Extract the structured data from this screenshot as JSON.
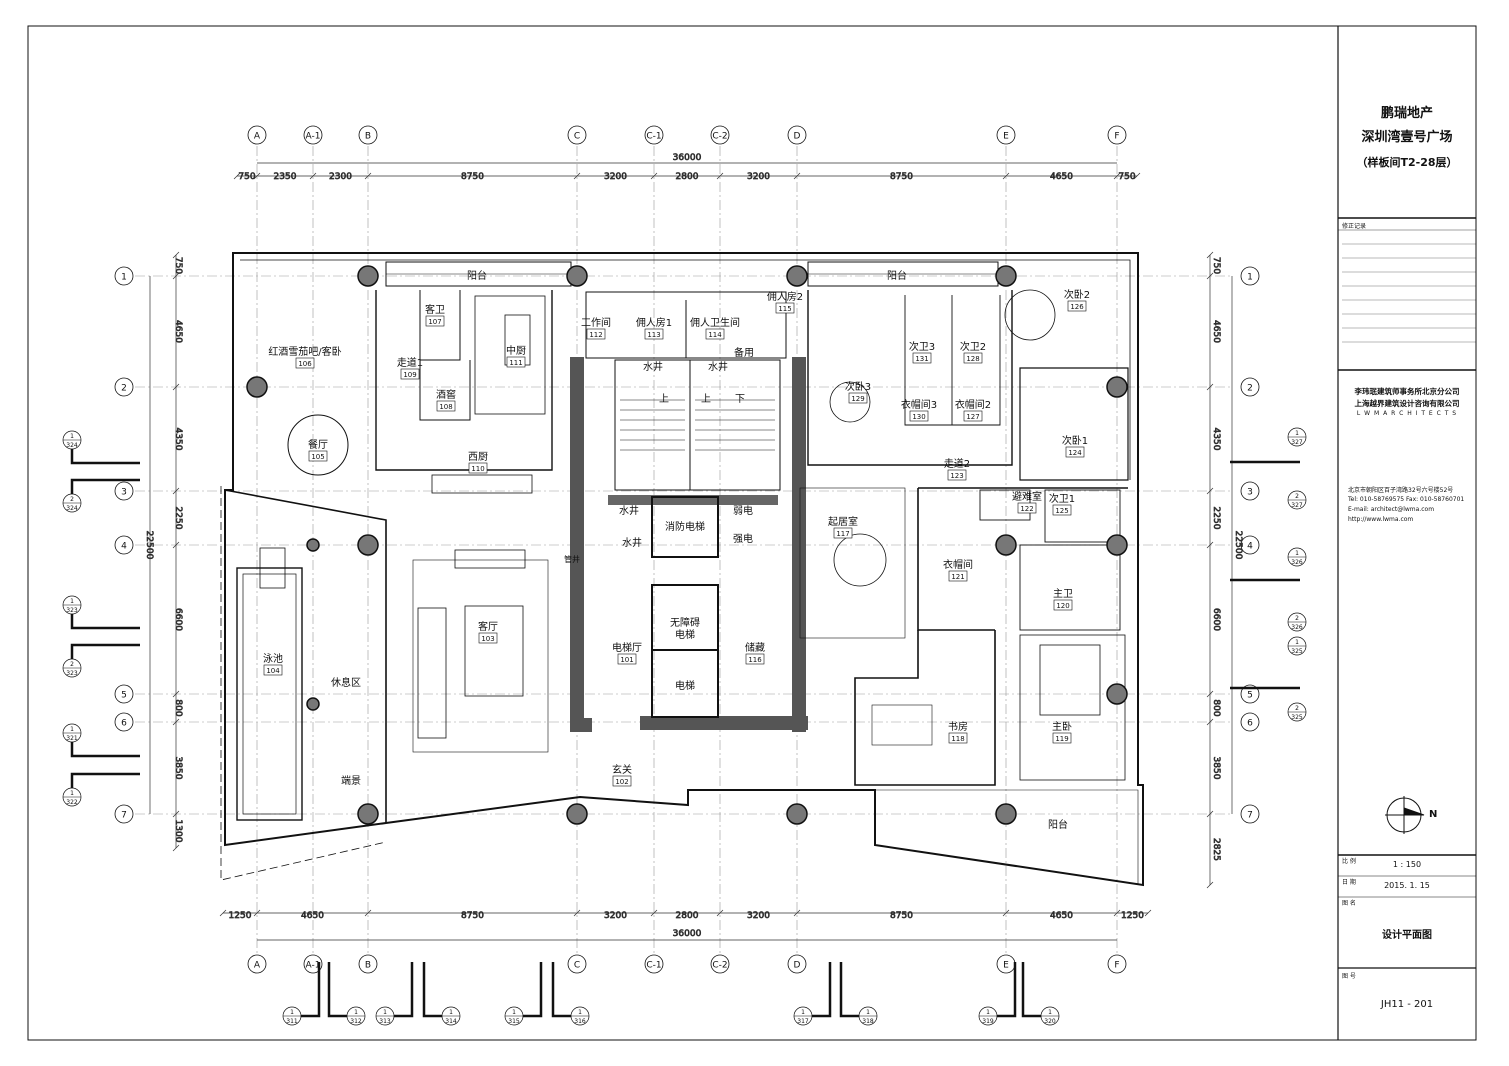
{
  "title_block": {
    "client": "鹏瑞地产",
    "project": "深圳湾壹号广场",
    "subtitle": "（样板间T2-28层）",
    "revision_label": "修正记录",
    "firm_cn_1": "李玮珉建筑师事务所北京分公司",
    "firm_cn_2": "上海越界建筑设计咨询有限公司",
    "firm_en": "L W M   A R C H I T E C T S",
    "address": "北京市朝阳区百子湾路32号六号楼52号",
    "tel": "Tel: 010-58769575   Fax: 010-58760701",
    "email": "E-mail: architect@lwma.com",
    "web": "http://www.lwma.com",
    "north_label": "N",
    "scale_label": "比 例",
    "scale": "1 : 150",
    "date_label": "日 期",
    "date": "2015. 1. 15",
    "drawing_name_label": "图 名",
    "drawing_name": "设计平面图",
    "drawing_no_label": "图 号",
    "drawing_no": "JH11 - 201"
  },
  "grid_columns": [
    "A",
    "A-1",
    "B",
    "C",
    "C-1",
    "C-2",
    "D",
    "E",
    "F"
  ],
  "grid_rows": [
    "1",
    "2",
    "3",
    "4",
    "5",
    "6",
    "7"
  ],
  "top_dims": [
    "750",
    "2350",
    "2300",
    "8750",
    "3200",
    "2800",
    "3200",
    "8750",
    "4650",
    "750"
  ],
  "top_total": "36000",
  "bottom_dims": [
    "1250",
    "4650",
    "8750",
    "3200",
    "2800",
    "3200",
    "8750",
    "4650",
    "1250"
  ],
  "bottom_total": "36000",
  "left_dims": [
    "750",
    "4650",
    "4350",
    "2250",
    "6600",
    "800",
    "3850",
    "1300"
  ],
  "left_total": "22500",
  "right_dims": [
    "750",
    "4650",
    "4350",
    "2250",
    "6600",
    "800",
    "3850",
    "2825"
  ],
  "right_total": "22500",
  "rooms": [
    {
      "name": "阳台",
      "num": ""
    },
    {
      "name": "阳台",
      "num": ""
    },
    {
      "name": "客卫",
      "num": "107"
    },
    {
      "name": "红酒雪茄吧/客卧",
      "num": "106"
    },
    {
      "name": "走道1",
      "num": "109"
    },
    {
      "name": "中厨",
      "num": "111"
    },
    {
      "name": "酒窖",
      "num": "108"
    },
    {
      "name": "工作间",
      "num": "112"
    },
    {
      "name": "佣人房1",
      "num": "113"
    },
    {
      "name": "佣人卫生间",
      "num": "114"
    },
    {
      "name": "佣人房2",
      "num": "115"
    },
    {
      "name": "次卧2",
      "num": "126"
    },
    {
      "name": "次卫3",
      "num": "131"
    },
    {
      "name": "次卫2",
      "num": "128"
    },
    {
      "name": "次卧3",
      "num": "129"
    },
    {
      "name": "衣帽间3",
      "num": "130"
    },
    {
      "name": "衣帽间2",
      "num": "127"
    },
    {
      "name": "餐厅",
      "num": "105"
    },
    {
      "name": "西厨",
      "num": "110"
    },
    {
      "name": "次卧1",
      "num": "124"
    },
    {
      "name": "走道2",
      "num": "123"
    },
    {
      "name": "避难室",
      "num": "122"
    },
    {
      "name": "次卫1",
      "num": "125"
    },
    {
      "name": "起居室",
      "num": "117"
    },
    {
      "name": "衣帽间",
      "num": "121"
    },
    {
      "name": "主卫",
      "num": "120"
    },
    {
      "name": "客厅",
      "num": "103"
    },
    {
      "name": "泳池",
      "num": "104"
    },
    {
      "name": "休息区",
      "num": ""
    },
    {
      "name": "电梯厅",
      "num": "101"
    },
    {
      "name": "储藏",
      "num": "116"
    },
    {
      "name": "书房",
      "num": "118"
    },
    {
      "name": "主卧",
      "num": "119"
    },
    {
      "name": "端景",
      "num": ""
    },
    {
      "name": "玄关",
      "num": "102"
    },
    {
      "name": "阳台",
      "num": ""
    }
  ],
  "core_labels": {
    "shaft_a": "水井",
    "shaft_b": "水井",
    "shaft_c": "水井",
    "shaft_d": "水井",
    "up_a": "上",
    "up_b": "上",
    "down": "下",
    "fire_lift": "消防电梯",
    "weak_elec": "弱电",
    "strong_elec": "强电",
    "accessible_lift": "无障碍\n电梯",
    "lift": "电梯",
    "shaft_side": "管井",
    "spare": "备用"
  },
  "section_marks_left": [
    {
      "num": "1",
      "ref": "324"
    },
    {
      "num": "2",
      "ref": "324"
    },
    {
      "num": "1",
      "ref": "323"
    },
    {
      "num": "2",
      "ref": "323"
    },
    {
      "num": "1",
      "ref": "321"
    },
    {
      "num": "1",
      "ref": "322"
    }
  ],
  "section_marks_right": [
    {
      "num": "1",
      "ref": "327"
    },
    {
      "num": "2",
      "ref": "327"
    },
    {
      "num": "1",
      "ref": "326"
    },
    {
      "num": "2",
      "ref": "326"
    },
    {
      "num": "1",
      "ref": "325"
    },
    {
      "num": "2",
      "ref": "325"
    }
  ],
  "section_marks_bottom": [
    {
      "num": "1",
      "ref": "311"
    },
    {
      "num": "1",
      "ref": "312"
    },
    {
      "num": "1",
      "ref": "313"
    },
    {
      "num": "1",
      "ref": "314"
    },
    {
      "num": "1",
      "ref": "315"
    },
    {
      "num": "1",
      "ref": "316"
    },
    {
      "num": "1",
      "ref": "317"
    },
    {
      "num": "1",
      "ref": "318"
    },
    {
      "num": "1",
      "ref": "319"
    },
    {
      "num": "1",
      "ref": "320"
    }
  ]
}
